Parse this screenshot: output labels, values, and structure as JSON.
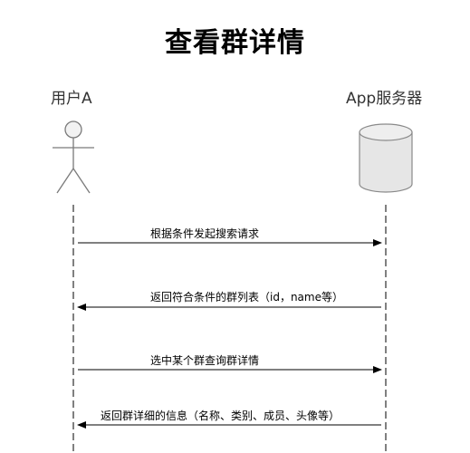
{
  "title": "查看群详情",
  "participants": {
    "user": {
      "label": "用户A",
      "shape": "stick-figure-icon"
    },
    "server": {
      "label": "App服务器",
      "shape": "database-cylinder-icon"
    }
  },
  "messages": [
    {
      "label": "根据条件发起搜索请求",
      "direction": "user-to-server"
    },
    {
      "label": "返回符合条件的群列表（id，name等）",
      "direction": "server-to-user"
    },
    {
      "label": "选中某个群查询群详情",
      "direction": "user-to-server"
    },
    {
      "label": "返回群详细的信息（名称、类别、成员、头像等）",
      "direction": "server-to-user"
    }
  ],
  "colors": {
    "line": "#000000",
    "figure": "#7a7a7a",
    "cylinder_fill": "#e6e6e6",
    "cylinder_stroke": "#8a8a8a"
  }
}
